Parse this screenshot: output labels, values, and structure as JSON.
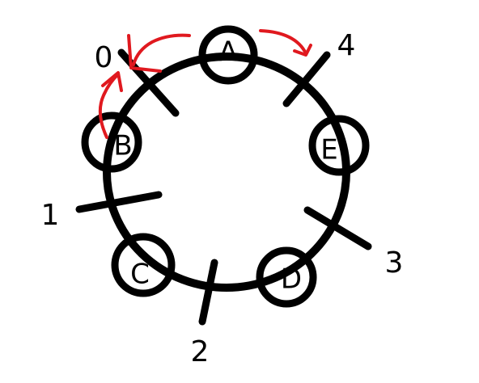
{
  "diagram": {
    "ring_color": "#000000",
    "arrow_color": "#e0191f",
    "nodes": [
      {
        "id": "A",
        "label": "A"
      },
      {
        "id": "B",
        "label": "B"
      },
      {
        "id": "C",
        "label": "C"
      },
      {
        "id": "D",
        "label": "D"
      },
      {
        "id": "E",
        "label": "E"
      }
    ],
    "ticks": [
      {
        "id": "0",
        "label": "0"
      },
      {
        "id": "1",
        "label": "1"
      },
      {
        "id": "2",
        "label": "2"
      },
      {
        "id": "3",
        "label": "3"
      },
      {
        "id": "4",
        "label": "4"
      }
    ]
  }
}
